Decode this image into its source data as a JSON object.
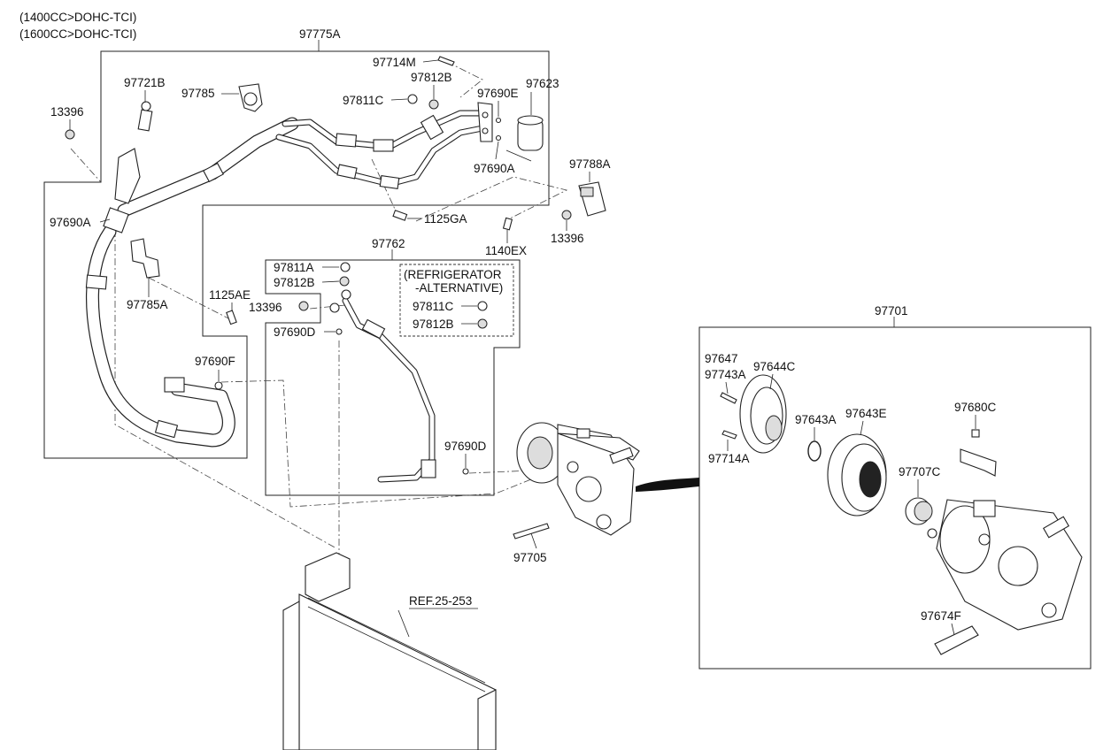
{
  "engine_notes": [
    "(1400CC>DOHC-TCI)",
    "(1600CC>DOHC-TCI)"
  ],
  "groups": {
    "suction_discharge_hose": "97775A",
    "liquid_tube": "97762",
    "compressor_assy": "97701",
    "condenser_ref": "REF.25-253"
  },
  "alternative_note": [
    "(REFRIGERATOR",
    "-ALTERNATIVE)"
  ],
  "parts": {
    "p97714M": "97714M",
    "p97812B_top": "97812B",
    "p97721B": "97721B",
    "p97785": "97785",
    "p97811C_top": "97811C",
    "p97690E": "97690E",
    "p97623": "97623",
    "p13396_left": "13396",
    "p97690A_mid": "97690A",
    "p97788A": "97788A",
    "p97690A_left": "97690A",
    "p1125GA": "1125GA",
    "p13396_right": "13396",
    "p1140EX": "1140EX",
    "p97811A": "97811A",
    "p97812B_mid": "97812B",
    "p97785A": "97785A",
    "p1125AE": "1125AE",
    "p13396_mid": "13396",
    "p97811C_alt": "97811C",
    "p97690D_top": "97690D",
    "p97812B_alt": "97812B",
    "p97690F": "97690F",
    "p97690D_bottom": "97690D",
    "p97705": "97705",
    "p97647": "97647",
    "p97743A": "97743A",
    "p97644C": "97644C",
    "p97643A": "97643A",
    "p97643E": "97643E",
    "p97680C": "97680C",
    "p97714A": "97714A",
    "p97707C": "97707C",
    "p97674F": "97674F"
  }
}
